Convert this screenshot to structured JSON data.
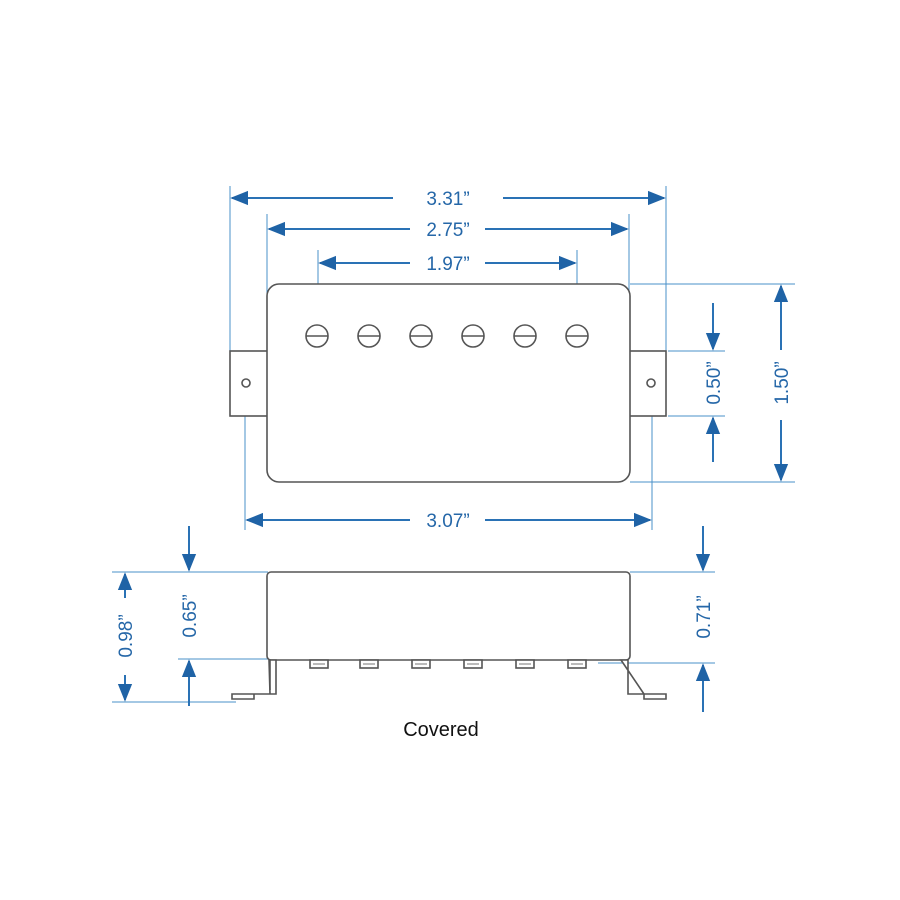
{
  "top_view": {
    "width_overall": "3.31”",
    "width_cover": "2.75”",
    "pole_spacing": "1.97”",
    "mount_spacing": "3.07”",
    "mount_tab_height": "0.50”",
    "cover_height": "1.50”",
    "pole_count": 6
  },
  "side_view": {
    "total_height": "0.98”",
    "body_height": "0.65”",
    "cover_height": "0.71”"
  },
  "caption": "Covered",
  "colors": {
    "dimension": "#2567a8",
    "outline": "#555555"
  }
}
